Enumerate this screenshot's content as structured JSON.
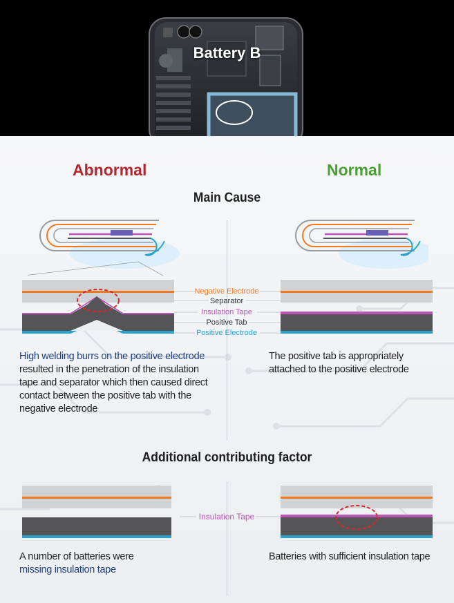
{
  "header": {
    "title": "Battery B"
  },
  "columns": {
    "abnormal": "Abnormal",
    "normal": "Normal"
  },
  "sections": {
    "main_cause": "Main Cause",
    "additional": "Additional contributing factor"
  },
  "layer_labels": {
    "negative_electrode": "Negative Electrode",
    "separator": "Separator",
    "insulation_tape": "Insulation Tape",
    "positive_tab": "Positive Tab",
    "positive_electrode": "Positive Electrode"
  },
  "additional_label": "Insulation Tape",
  "descriptions": {
    "abnormal_main_highlight": "High welding burrs on the positive electrode",
    "abnormal_main_rest": " resulted in the penetration of the insulation tape and separator which then caused direct contact between the positive tab with the negative electrode",
    "normal_main": "The positive tab is appropriately attached to the positive electrode",
    "abnormal_add_plain": "A number of batteries were",
    "abnormal_add_highlight": "missing insulation tape",
    "normal_add": "Batteries with sufficient insulation tape"
  },
  "colors": {
    "abnormal": "#b3262d",
    "normal": "#49a032",
    "negative_electrode": "#f07a22",
    "separator": "#d0d2d6",
    "insulation_tape": "#b857b5",
    "positive_tab": "#555558",
    "positive_electrode": "#2aa3cc",
    "highlight": "#1f3f7a",
    "burr_marker": "#d8262c"
  }
}
